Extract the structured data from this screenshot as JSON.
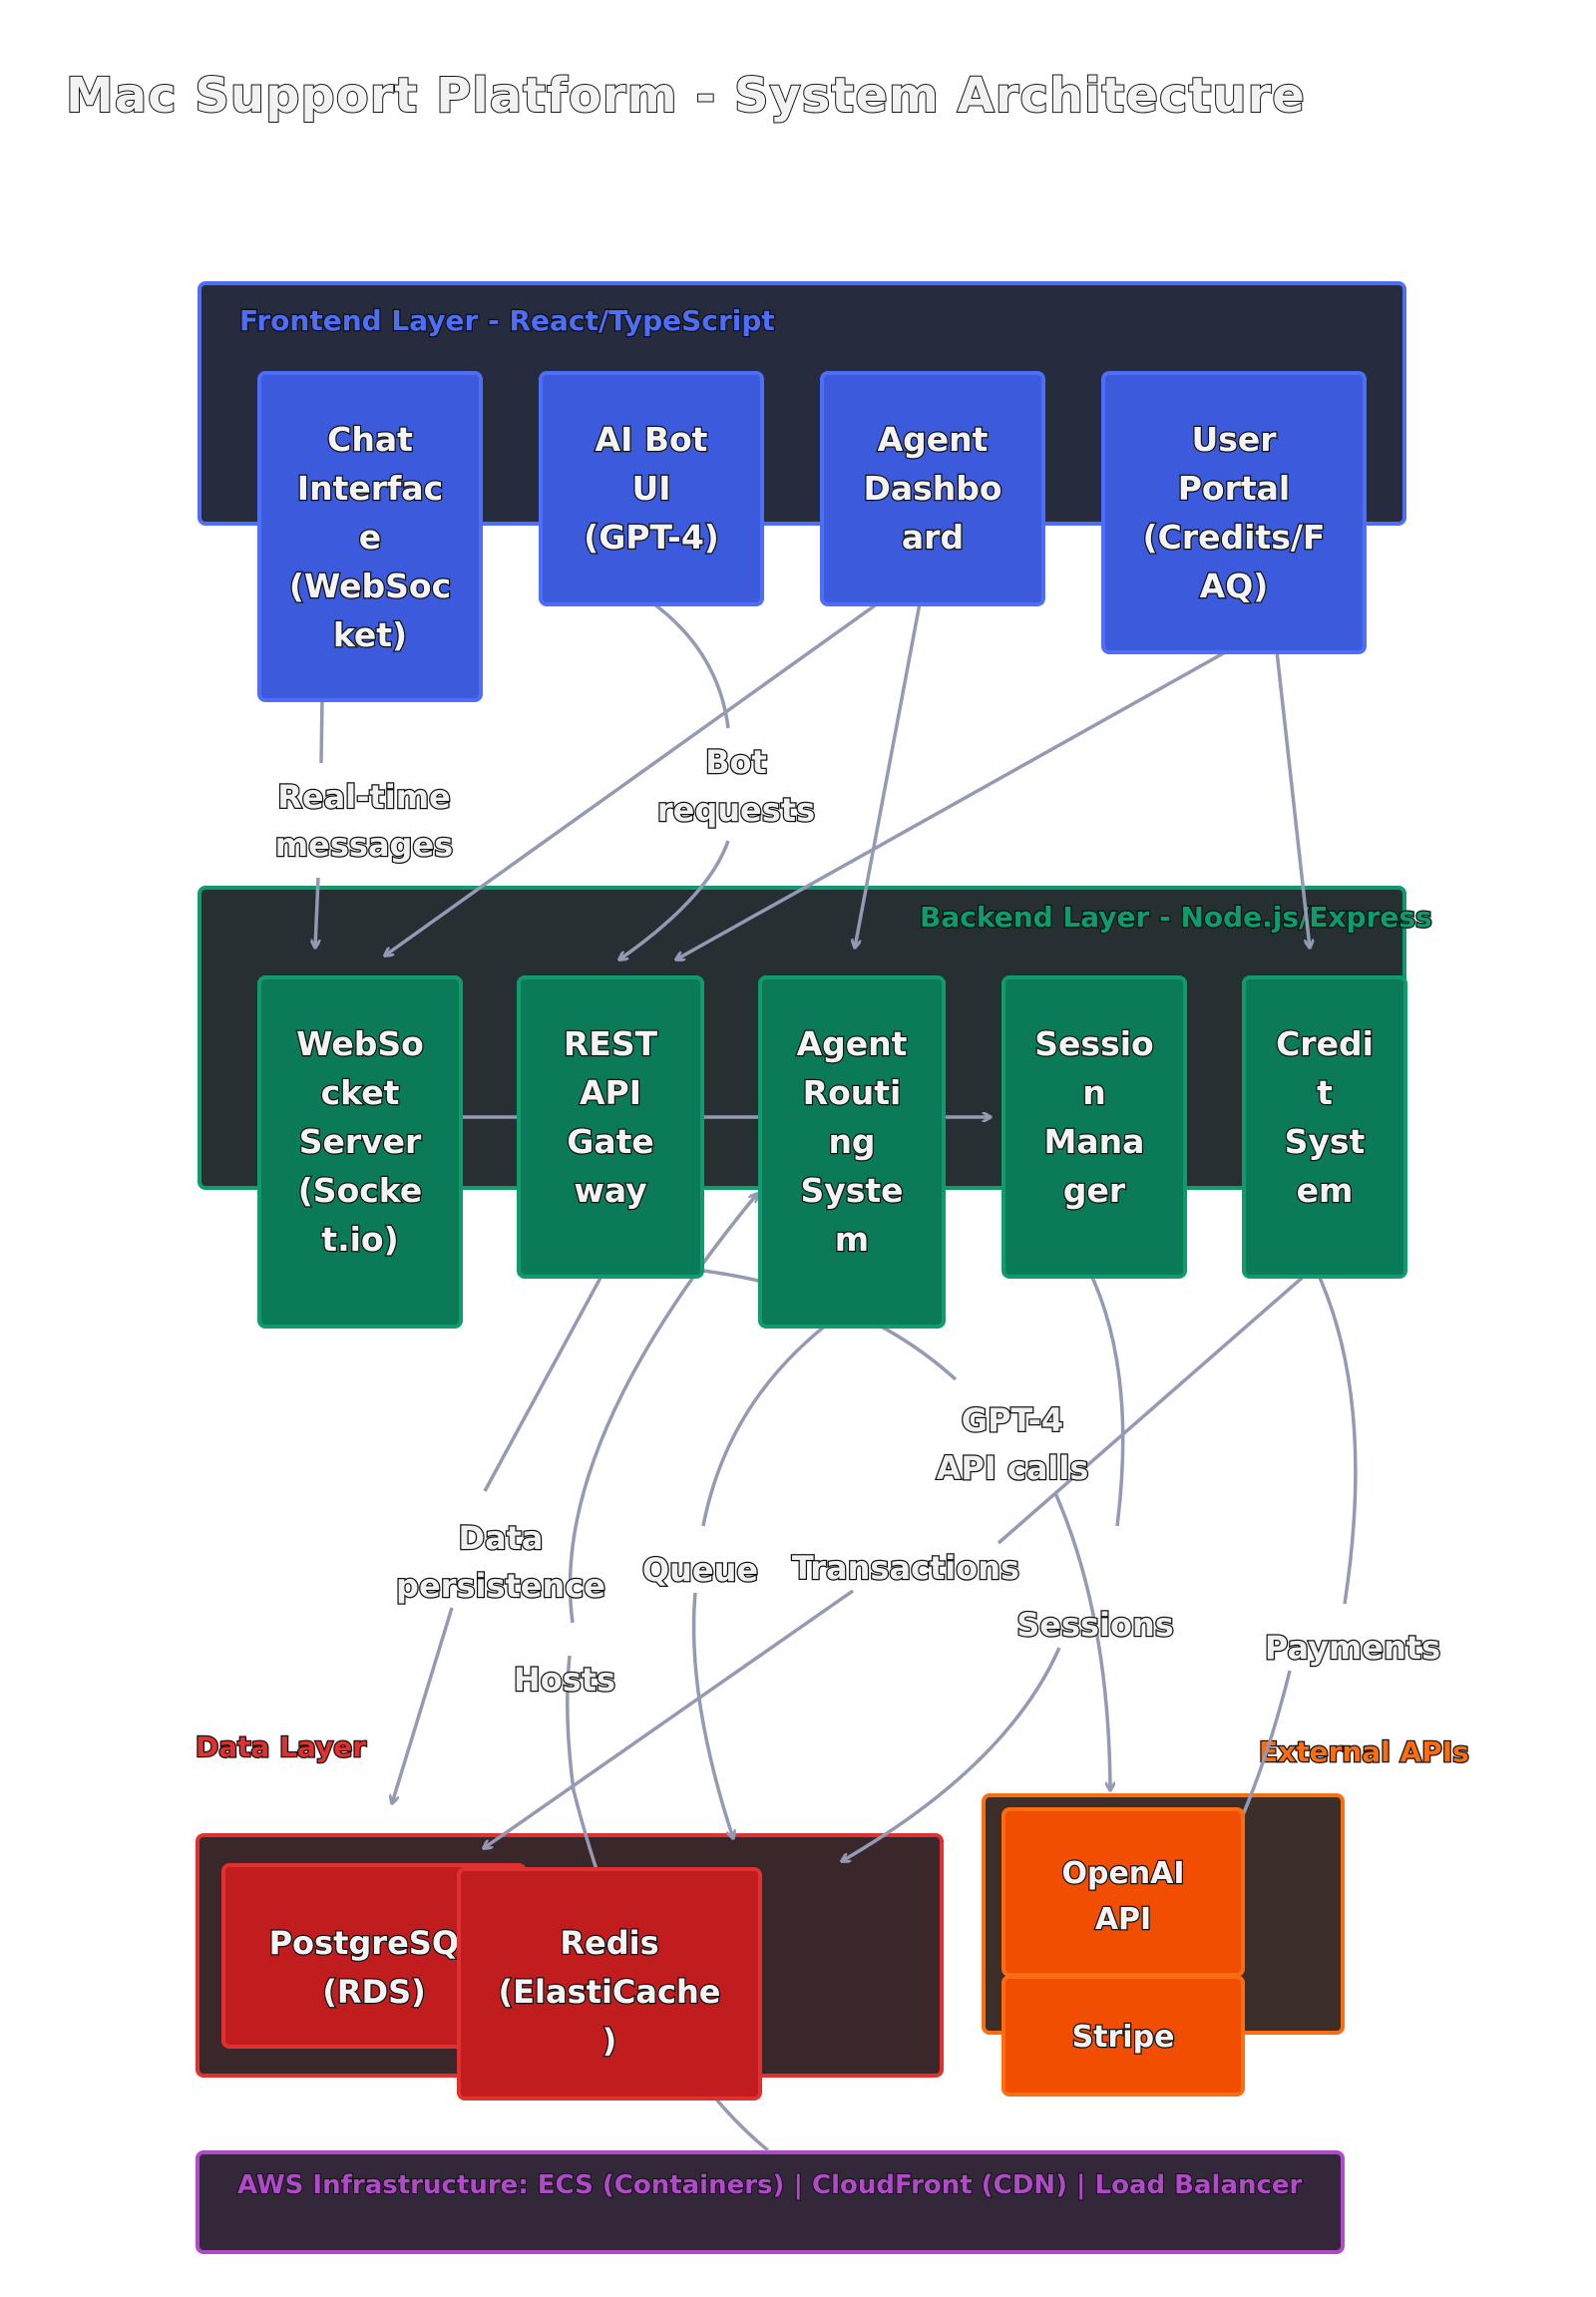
{
  "title": "Mac Support Platform - System Architecture",
  "colors": {
    "frontend": "#4f6ef7",
    "backend": "#0f9b6c",
    "data": "#e0302f",
    "external": "#fb6d10",
    "infra": "#b04ac8",
    "edge": "#9499b4"
  },
  "groups": {
    "frontend": {
      "label": "Frontend Layer - React/TypeScript"
    },
    "backend": {
      "label": "Backend Layer - Node.js/Express"
    },
    "data": {
      "label": "Data Layer"
    },
    "external": {
      "label": "External APIs"
    },
    "infra": {
      "label": "AWS Infrastructure: ECS (Containers) | CloudFront (CDN) | Load Balancer"
    }
  },
  "nodes": {
    "chat_interface": {
      "label": "Chat Interface (WebSocket)",
      "lines": [
        "Chat",
        "Interfac",
        "e",
        "(WebSoc",
        "ket)"
      ]
    },
    "ai_bot_ui": {
      "label": "AI Bot UI (GPT-4)",
      "lines": [
        "AI Bot",
        "UI",
        "(GPT-4)"
      ]
    },
    "agent_dashboard": {
      "label": "Agent Dashboard",
      "lines": [
        "Agent",
        "Dashbo",
        "ard"
      ]
    },
    "user_portal": {
      "label": "User Portal (Credits/FAQ)",
      "lines": [
        "User",
        "Portal",
        "(Credits/F",
        "AQ)"
      ]
    },
    "websocket_server": {
      "label": "WebSocket Server (Socket.io)",
      "lines": [
        "WebSo",
        "cket",
        "Server",
        "(Socke",
        "t.io)"
      ]
    },
    "rest_api": {
      "label": "REST API Gateway",
      "lines": [
        "REST",
        "API",
        "Gate",
        "way"
      ]
    },
    "agent_routing": {
      "label": "Agent Routing System",
      "lines": [
        "Agent",
        "Routi",
        "ng",
        "Syste",
        "m"
      ]
    },
    "session_manager": {
      "label": "Session Manager",
      "lines": [
        "Sessio",
        "n",
        "Mana",
        "ger"
      ]
    },
    "credit_system": {
      "label": "Credit System",
      "lines": [
        "Credi",
        "t",
        "Syst",
        "em"
      ]
    },
    "postgresql": {
      "label": "PostgreSQL (RDS)",
      "lines": [
        "PostgreSQL",
        "(RDS)"
      ]
    },
    "redis": {
      "label": "Redis (ElastiCache)",
      "lines": [
        "Redis",
        "(ElastiCache",
        ")"
      ]
    },
    "openai": {
      "label": "OpenAI API",
      "lines": [
        "OpenAI",
        "API"
      ]
    },
    "stripe": {
      "label": "Stripe",
      "lines": [
        "Stripe"
      ]
    }
  },
  "edges": [
    {
      "from": "chat_interface",
      "to": "websocket_server",
      "label": "Real-time messages",
      "lines": [
        "Real-time",
        "messages"
      ]
    },
    {
      "from": "ai_bot_ui",
      "to": "rest_api",
      "label": "Bot requests",
      "lines": [
        "Bot",
        "requests"
      ]
    },
    {
      "from": "agent_dashboard",
      "to": "websocket_server",
      "label": ""
    },
    {
      "from": "agent_dashboard",
      "to": "agent_routing",
      "label": ""
    },
    {
      "from": "user_portal",
      "to": "rest_api",
      "label": ""
    },
    {
      "from": "user_portal",
      "to": "credit_system",
      "label": ""
    },
    {
      "from": "websocket_server",
      "to": "session_manager",
      "label": ""
    },
    {
      "from": "rest_api",
      "to": "postgresql",
      "label": "Data persistence",
      "lines": [
        "Data",
        "persistence"
      ]
    },
    {
      "from": "rest_api",
      "to": "openai",
      "label": "GPT-4 API calls",
      "lines": [
        "GPT-4",
        "API calls"
      ]
    },
    {
      "from": "agent_routing",
      "to": "redis",
      "label": "Queue",
      "lines": [
        "Queue"
      ]
    },
    {
      "from": "session_manager",
      "to": "redis",
      "label": "Sessions",
      "lines": [
        "Sessions"
      ]
    },
    {
      "from": "credit_system",
      "to": "postgresql",
      "label": "Transactions",
      "lines": [
        "Transactions"
      ]
    },
    {
      "from": "credit_system",
      "to": "stripe",
      "label": "Payments",
      "lines": [
        "Payments"
      ]
    },
    {
      "from": "infra",
      "to": "agent_routing",
      "label": "Hosts",
      "lines": [
        "Hosts"
      ]
    }
  ]
}
